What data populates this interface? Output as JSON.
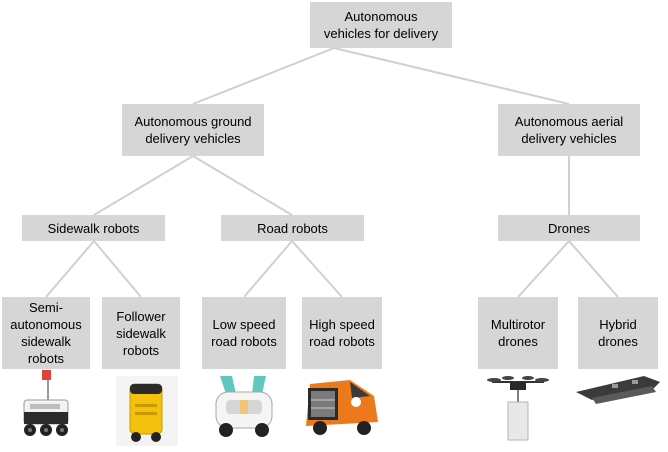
{
  "root": {
    "label": "Autonomous\nvehicles for delivery"
  },
  "ground": {
    "label": "Autonomous ground\ndelivery vehicles"
  },
  "aerial": {
    "label": "Autonomous aerial\ndelivery vehicles"
  },
  "sidewalk": {
    "label": "Sidewalk robots"
  },
  "road": {
    "label": "Road robots"
  },
  "drones": {
    "label": "Drones"
  },
  "leaves": {
    "semi": "Semi-\nautonomous\nsidewalk\nrobots",
    "follower": "Follower\nsidewalk\nrobots",
    "low_speed": "Low speed\nroad robots",
    "high_speed": "High speed\nroad robots",
    "multirotor": "Multirotor\ndrones",
    "hybrid": "Hybrid\ndrones"
  },
  "images": {
    "semi": "six-wheeled sidewalk delivery robot",
    "follower": "yellow follower delivery robot",
    "low_speed": "white low speed road robot",
    "high_speed": "orange delivery van",
    "multirotor": "multirotor drone with package",
    "hybrid": "fixed-wing hybrid drone"
  }
}
